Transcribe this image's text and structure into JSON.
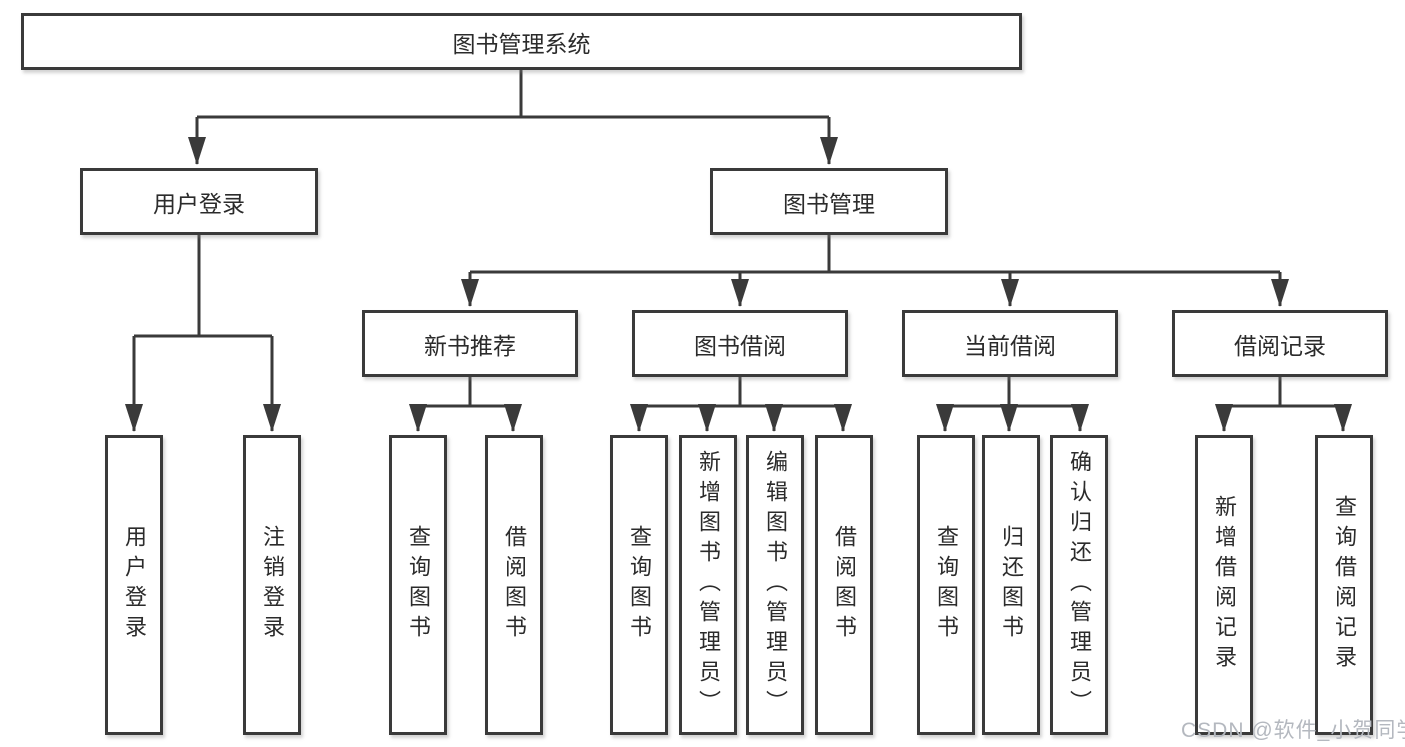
{
  "tree": {
    "label": "图书管理系统",
    "children": [
      {
        "label": "用户登录",
        "children": [
          {
            "label": "用户登录"
          },
          {
            "label": "注销登录"
          }
        ]
      },
      {
        "label": "图书管理",
        "children": [
          {
            "label": "新书推荐",
            "children": [
              {
                "label": "查询图书"
              },
              {
                "label": "借阅图书"
              }
            ]
          },
          {
            "label": "图书借阅",
            "children": [
              {
                "label": "查询图书"
              },
              {
                "label": "新增图书（管理员）"
              },
              {
                "label": "编辑图书（管理员）"
              },
              {
                "label": "借阅图书"
              }
            ]
          },
          {
            "label": "当前借阅",
            "children": [
              {
                "label": "查询图书"
              },
              {
                "label": "归还图书"
              },
              {
                "label": "确认归还（管理员）"
              }
            ]
          },
          {
            "label": "借阅记录",
            "children": [
              {
                "label": "新增借阅记录"
              },
              {
                "label": "查询借阅记录"
              }
            ]
          }
        ]
      }
    ]
  },
  "watermark": "CSDN @软件_小贺同学",
  "colors": {
    "line": "#3a3a3a",
    "box_border": "#3a3a3a",
    "box_fill": "#ffffff",
    "text": "#2b2b2b",
    "watermark": "#b4b8bf",
    "background": "#ffffff"
  }
}
